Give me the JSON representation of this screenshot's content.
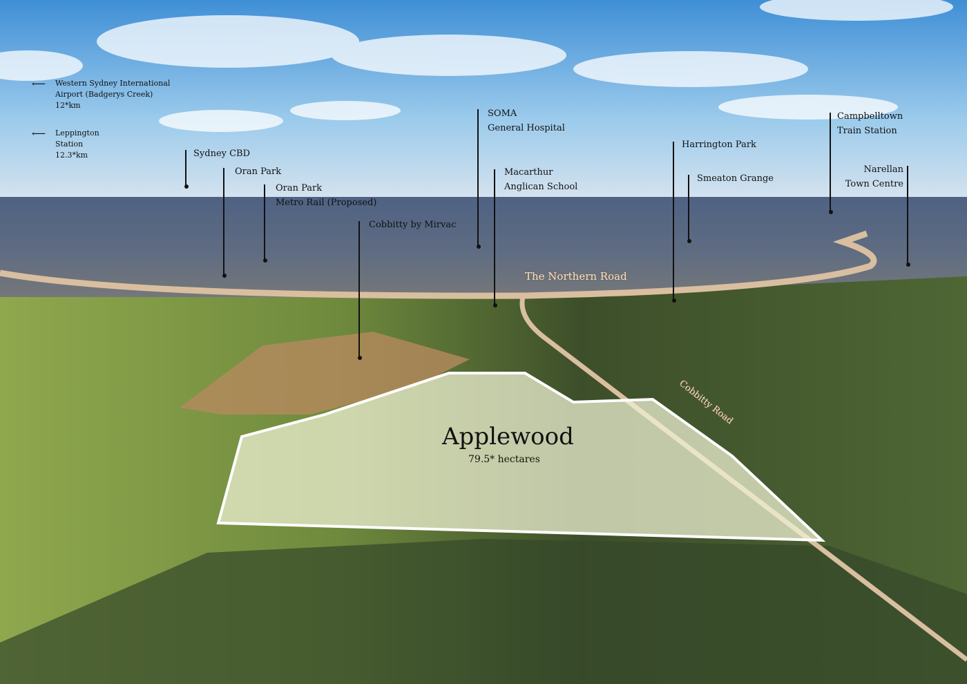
{
  "development": {
    "name": "Applewood",
    "area": "79.5* hectares"
  },
  "roads": {
    "northern": "The Northern Road",
    "cobbitty": "Cobbitty Road"
  },
  "offscreen": [
    {
      "lines": [
        "Western Sydney International",
        "Airport (Badgerys Creek)",
        "12*km"
      ]
    },
    {
      "lines": [
        "Leppington",
        "Station",
        "12.3*km"
      ]
    }
  ],
  "landmarks": [
    {
      "lines": [
        "Sydney CBD"
      ]
    },
    {
      "lines": [
        "Oran Park"
      ]
    },
    {
      "lines": [
        "Oran Park",
        "Metro Rail (Proposed)"
      ]
    },
    {
      "lines": [
        "Cobbitty by Mirvac"
      ]
    },
    {
      "lines": [
        "SOMA",
        "General Hospital"
      ]
    },
    {
      "lines": [
        "Macarthur",
        "Anglican School"
      ]
    },
    {
      "lines": [
        "Harrington Park"
      ]
    },
    {
      "lines": [
        "Smeaton Grange"
      ]
    },
    {
      "lines": [
        "Campbelltown",
        "Train Station"
      ]
    },
    {
      "lines": [
        "Narellan",
        "Town Centre"
      ]
    }
  ],
  "colors": {
    "sky_top": "#3f8fd6",
    "sky_horizon": "#d6e3ee",
    "suburb": "#5d6c86",
    "grass": "#8fa84e",
    "forest": "#3d4f2a",
    "road": "#d9bfa0",
    "site_fill": "#eef0d2"
  }
}
